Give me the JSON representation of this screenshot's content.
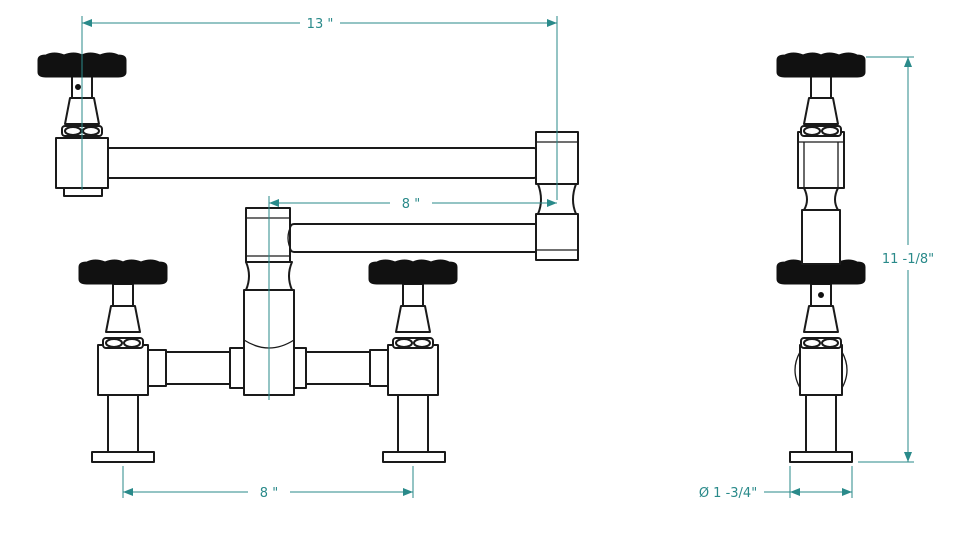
{
  "dimensions": {
    "spout_reach": "13 \"",
    "spout_folded_reach": "8 \"",
    "center_spacing": "8 \"",
    "height": "11 -1/8\"",
    "base_diameter": "Ø 1 -3/4\""
  },
  "colors": {
    "dimension": "#2a8a8a",
    "outline": "#1a1a1a",
    "handle": "#111111",
    "background": "#ffffff"
  }
}
